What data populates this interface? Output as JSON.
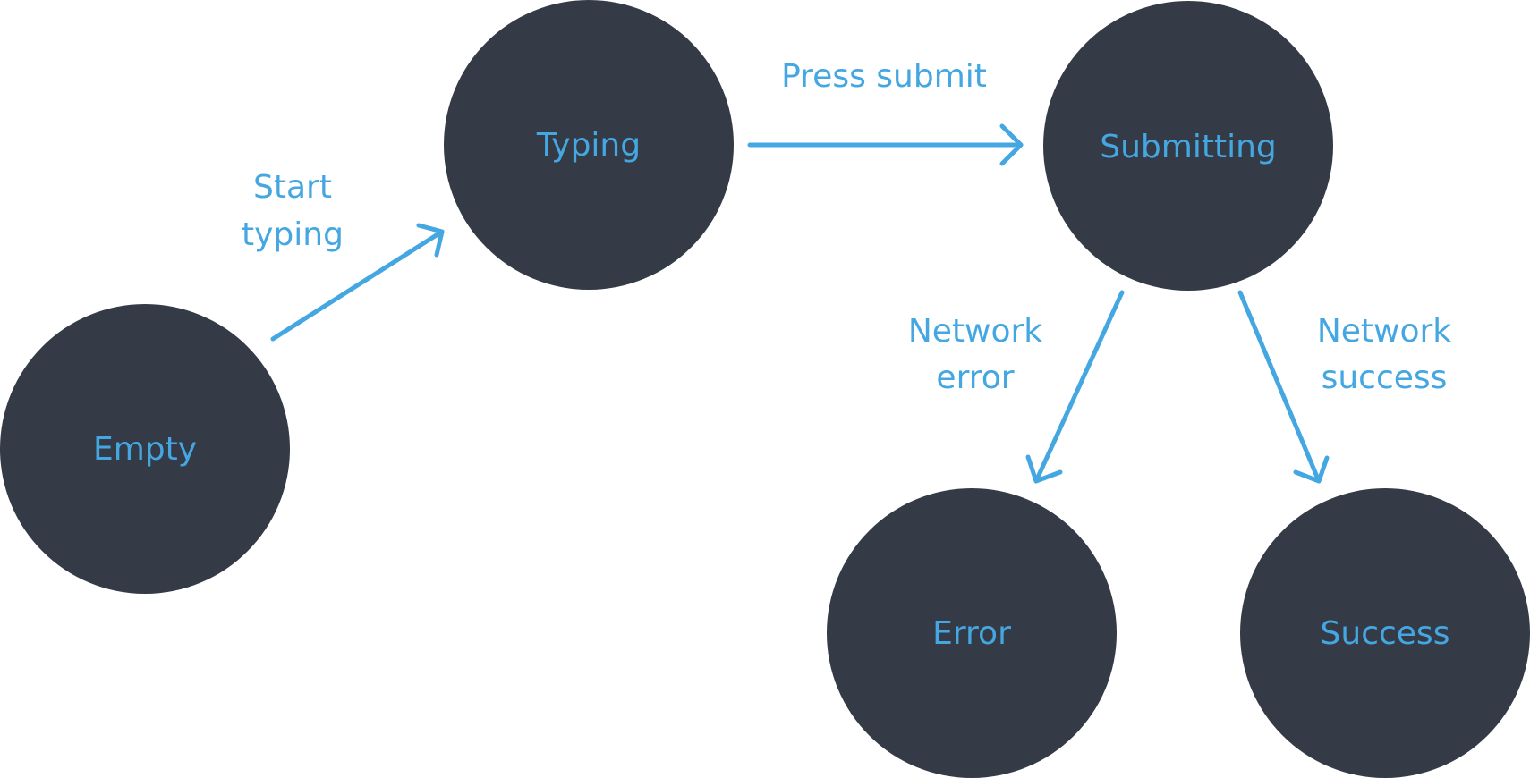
{
  "colors": {
    "node_fill": "#343a46",
    "accent": "#44a7e1",
    "background": "#ffffff"
  },
  "nodes": {
    "empty": {
      "label": "Empty"
    },
    "typing": {
      "label": "Typing"
    },
    "submitting": {
      "label": "Submitting"
    },
    "error": {
      "label": "Error"
    },
    "success": {
      "label": "Success"
    }
  },
  "edges": {
    "start_typing": {
      "label_line1": "Start",
      "label_line2": "typing"
    },
    "press_submit": {
      "label_line1": "Press submit"
    },
    "network_error": {
      "label_line1": "Network",
      "label_line2": "error"
    },
    "network_success": {
      "label_line1": "Network",
      "label_line2": "success"
    }
  }
}
